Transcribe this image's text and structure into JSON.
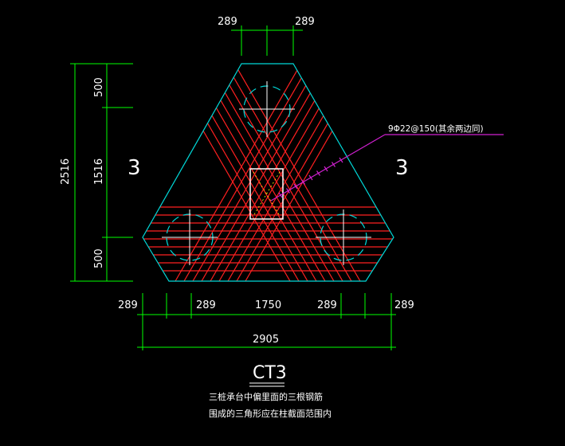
{
  "drawing": {
    "top_dims": [
      "289",
      "289"
    ],
    "left_total": "2516",
    "left_segments": [
      "500",
      "1516",
      "500"
    ],
    "bottom_segments": [
      "289",
      "289",
      "1750",
      "289",
      "289"
    ],
    "bottom_total": "2905",
    "section_marks": [
      "3",
      "3"
    ],
    "rebar_note": "9Φ22@150(其余两边同)",
    "title": "CT3",
    "note_line1": "三桩承台中偏里面的三根钢筋",
    "note_line2": "围成的三角形应在柱截面范围内"
  },
  "colors": {
    "background": "#000000",
    "outline": "#00d8d8",
    "rebar": "#ff2020",
    "dimension": "#00ff00",
    "text": "#ffffff",
    "leader": "#d020d0",
    "column": "#ffff00"
  }
}
